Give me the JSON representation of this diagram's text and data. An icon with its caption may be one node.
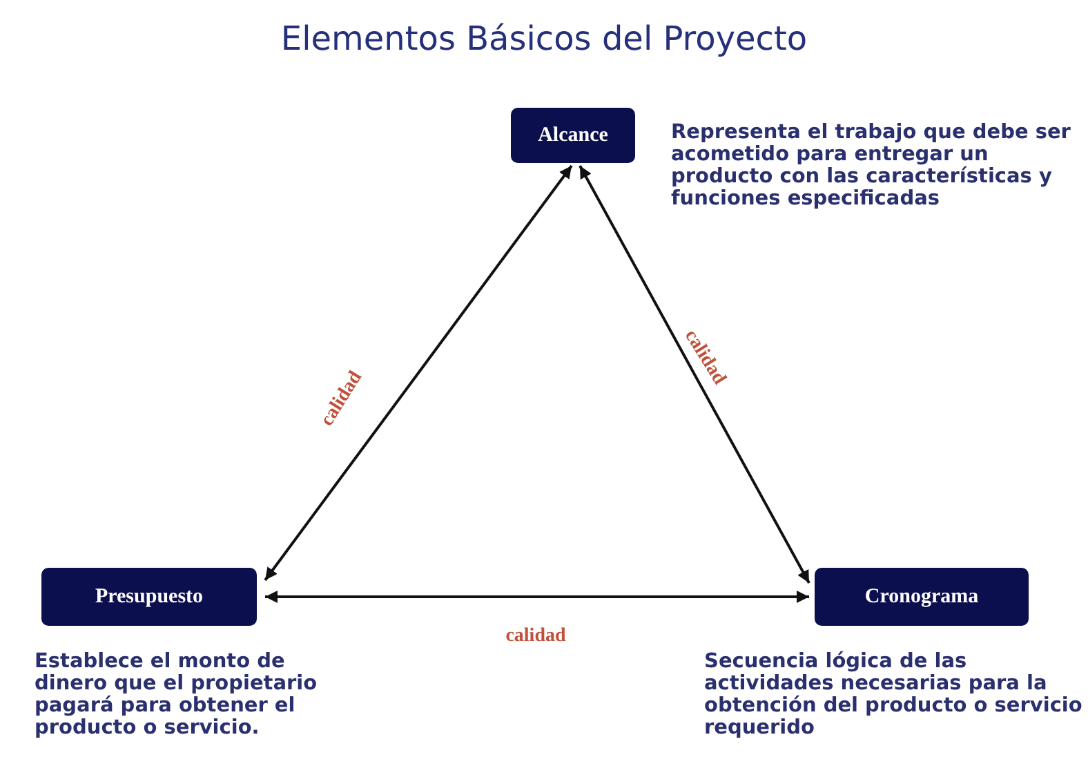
{
  "diagram": {
    "title": "Elementos Básicos del Proyecto",
    "nodes": [
      {
        "text": [
          "Alcance"
        ],
        "beside": [
          "Representa el trabajo que debe ser acometido para entregar un producto con las características y funciones especificadas"
        ]
      },
      {
        "text": [
          "Presupuesto"
        ],
        "beside": [
          "Establece el monto de dinero que el propietario pagará para obtener el producto o servicio."
        ]
      },
      {
        "text": [
          "Cronograma"
        ],
        "beside": [
          "Secuencia lógica de las actividades necesarias para la obtención del producto o servicio requerido"
        ]
      }
    ],
    "edges": [
      {
        "from": 0,
        "to": 1,
        "arrow": "both",
        "label": "calidad"
      },
      {
        "from": 0,
        "to": 2,
        "arrow": "both",
        "label": "calidad"
      },
      {
        "from": 1,
        "to": 2,
        "arrow": "both",
        "label": "calidad"
      }
    ]
  }
}
